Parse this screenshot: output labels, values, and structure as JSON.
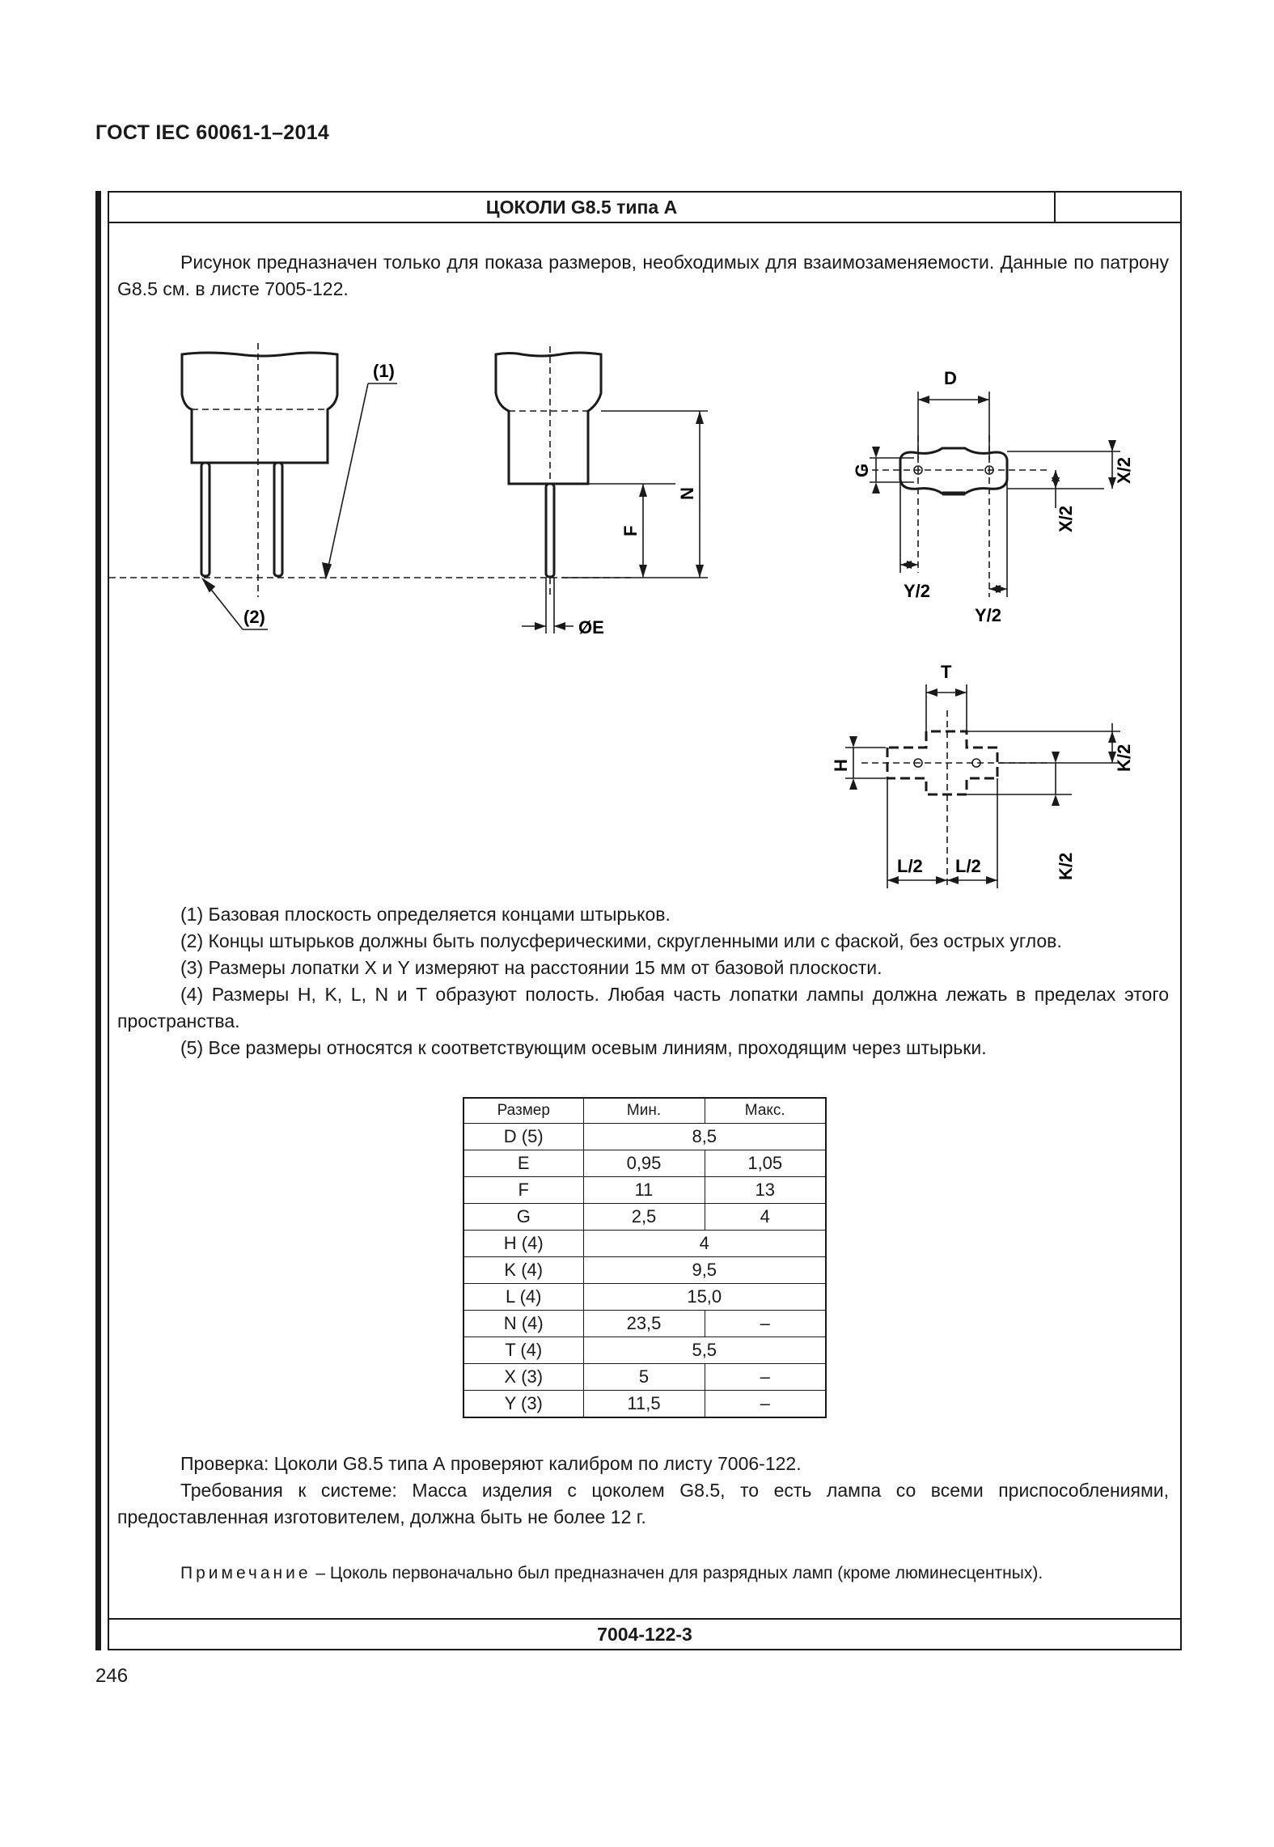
{
  "header": {
    "standard": "ГОСТ IEC 60061-1–2014"
  },
  "sheet": {
    "title": "ЦОКОЛИ G8.5 типа А",
    "number": "7004-122-3"
  },
  "intro": "Рисунок предназначен только для показа размеров, необходимых для взаимозаменяемости. Данные по патрону G8.5 см. в листе 7005-122.",
  "drawing_labels": {
    "ref1": "(1)",
    "ref2": "(2)",
    "N": "N",
    "F": "F",
    "E": "ØE",
    "D": "D",
    "G": "G",
    "X2a": "X/2",
    "X2b": "X/2",
    "Y2a": "Y/2",
    "Y2b": "Y/2",
    "T": "T",
    "H": "H",
    "K2a": "K/2",
    "K2b": "K/2",
    "L2a": "L/2",
    "L2b": "L/2"
  },
  "notes": [
    "(1) Базовая плоскость определяется концами штырьков.",
    "(2) Концы штырьков должны быть полусферическими, скругленными или с фаской, без острых углов.",
    "(3) Размеры лопатки X и Y измеряют на расстоянии 15 мм от базовой плоскости.",
    "(4) Размеры H, K, L, N и T образуют полость. Любая часть лопатки лампы должна лежать в пределах этого пространства.",
    "(5) Все размеры относятся к соответствующим осевым линиям, проходящим через штырьки."
  ],
  "table": {
    "headers": [
      "Размер",
      "Мин.",
      "Макс."
    ],
    "rows": [
      {
        "dim": "D (5)",
        "merged": "8,5"
      },
      {
        "dim": "E",
        "min": "0,95",
        "max": "1,05"
      },
      {
        "dim": "F",
        "min": "11",
        "max": "13"
      },
      {
        "dim": "G",
        "min": "2,5",
        "max": "4"
      },
      {
        "dim": "H (4)",
        "merged": "4"
      },
      {
        "dim": "K (4)",
        "merged": "9,5"
      },
      {
        "dim": "L (4)",
        "merged": "15,0"
      },
      {
        "dim": "N (4)",
        "min": "23,5",
        "max": "–"
      },
      {
        "dim": "T (4)",
        "merged": "5,5"
      },
      {
        "dim": "X (3)",
        "min": "5",
        "max": "–"
      },
      {
        "dim": "Y (3)",
        "min": "11,5",
        "max": "–"
      }
    ]
  },
  "check": "Проверка: Цоколи G8.5 типа А проверяют калибром по листу 7006-122.",
  "requirements": "Требования к системе: Масса изделия с цоколем G8.5, то есть лампа со всеми приспособлени­ями, предоставленная изготовителем, должна быть не более 12 г.",
  "note": {
    "label": "Примечание",
    "text": " – Цоколь первоначально был предназначен для разрядных ламп (кроме люминесцент­ных)."
  },
  "page_number": "246"
}
